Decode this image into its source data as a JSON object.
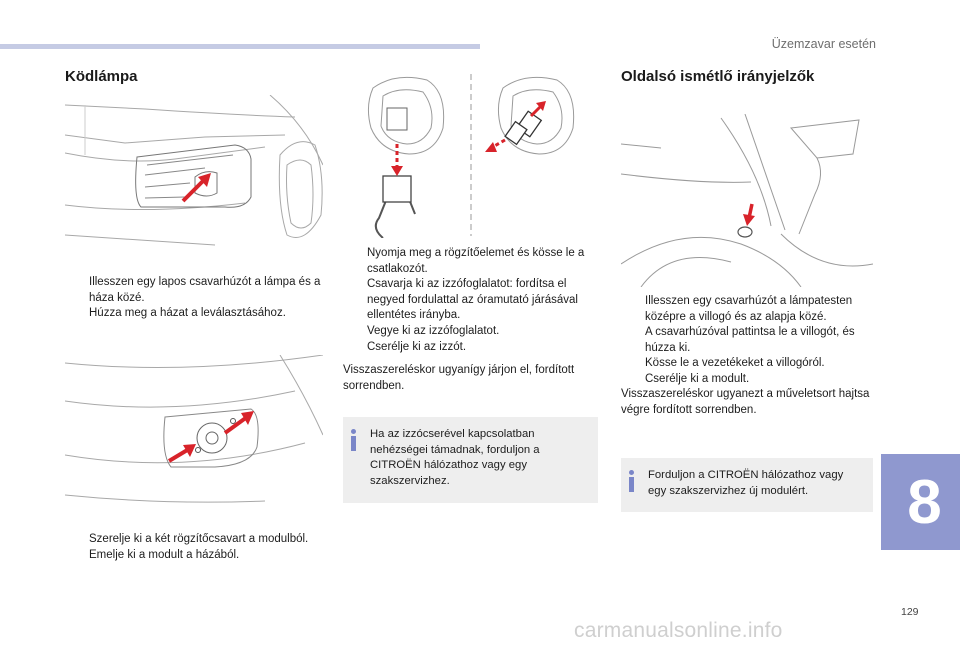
{
  "header": {
    "section": "Üzemzavar esetén"
  },
  "fog": {
    "title": "Ködlámpa",
    "steps_a": [
      "Illesszen egy lapos csavarhúzót a lámpa és a háza közé.",
      "Húzza meg a házat a leválasztásához."
    ],
    "steps_b": [
      "Szerelje ki a két rögzítőcsavart a modulból.",
      "Emelje ki a modult a házából."
    ],
    "steps_c": [
      "Nyomja meg a rögzítőelemet és kösse le a csatlakozót.",
      "Csavarja ki az izzófoglalatot: fordítsa el negyed fordulattal az óramutató járásával ellentétes irányba.",
      "Vegye ki az izzófoglalatot.",
      "Cserélje ki az izzót."
    ],
    "reassembly": "Visszaszereléskor ugyanígy járjon el, fordított sorrendben.",
    "note": "Ha az izzócserével kapcsolatban nehézségei támadnak, forduljon a CITROËN hálózathoz vagy egy szakszervizhez."
  },
  "repeater": {
    "title": "Oldalsó ismétlő irányjelzők",
    "steps": [
      "Illesszen egy csavarhúzót a lámpatesten középre a villogó és az alapja közé.",
      "A csavarhúzóval pattintsa le a villogót, és húzza ki.",
      "Kösse le a vezetékeket a villogóról.",
      "Cserélje ki a modult."
    ],
    "reassembly": "Visszaszereléskor ugyanezt a műveletsort hajtsa végre fordított sorrendben.",
    "note": "Forduljon a CITROËN hálózathoz vagy egy szakszervizhez új modulért."
  },
  "bullet_glyph": "",
  "chapter": "8",
  "page_number": "129",
  "watermark": "carmanualsonline.info",
  "colors": {
    "accent": "#8f98cf",
    "arrow": "#d8232a",
    "note_bg": "#eeeeee"
  }
}
